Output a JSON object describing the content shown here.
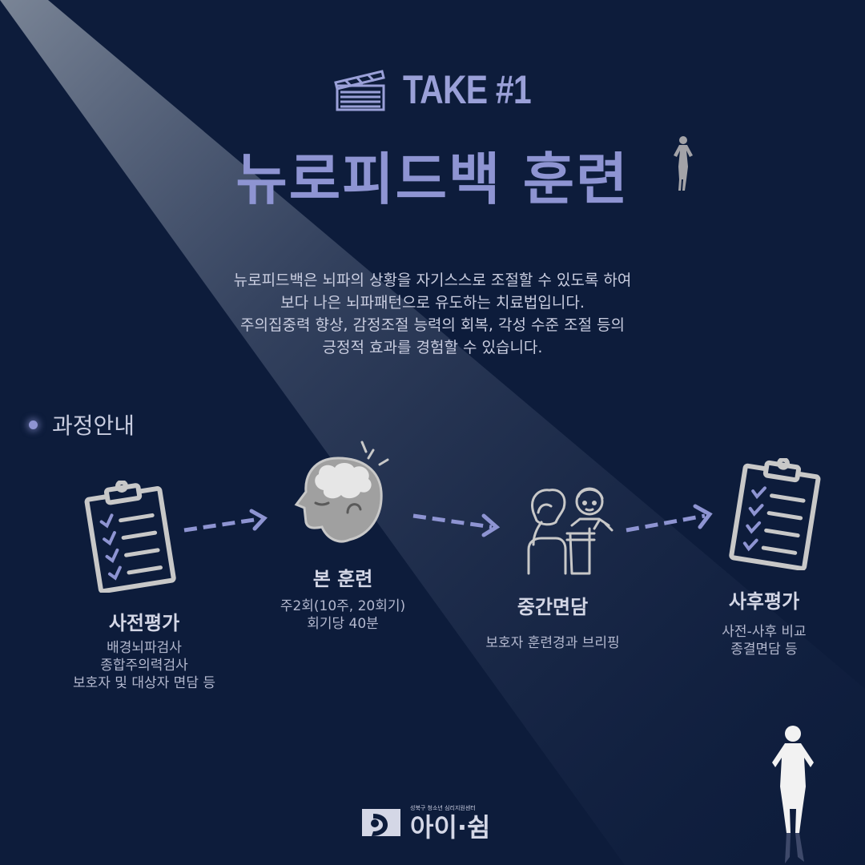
{
  "header": {
    "take_label": "TAKE #1",
    "title": "뉴로피드백 훈련"
  },
  "intro": {
    "lines": [
      "뉴로피드백은 뇌파의 상황을 자기스스로 조절할 수 있도록 하여",
      "보다 나은 뇌파패턴으로 유도하는 치료법입니다.",
      "주의집중력 향상, 감정조절 능력의 회복, 각성 수준 조절 등의",
      "긍정적 효과를 경험할 수 있습니다."
    ]
  },
  "process": {
    "section_title": "과정안내",
    "steps": [
      {
        "title": "사전평가",
        "icon": "clipboard-checklist-icon",
        "desc": [
          "배경뇌파검사",
          "종합주의력검사",
          "보호자 및 대상자 면담 등"
        ]
      },
      {
        "title": "본 훈련",
        "icon": "brain-head-icon",
        "desc": [
          "주2회(10주, 20회기)",
          "회기당 40분"
        ]
      },
      {
        "title": "중간면담",
        "icon": "counseling-people-icon",
        "desc": [
          "보호자 훈련경과 브리핑"
        ]
      },
      {
        "title": "사후평가",
        "icon": "clipboard-checklist-icon",
        "desc": [
          "사전-사후 비교",
          "종결면담 등"
        ]
      }
    ]
  },
  "footer": {
    "logo_tagline": "성북구 청소년 심리지원센터",
    "logo_text": "아이·쉼"
  },
  "colors": {
    "background": "#0d1c3b",
    "accent": "#8e94d2",
    "text": "#c9cde0",
    "icon": "#c8c8c8"
  }
}
